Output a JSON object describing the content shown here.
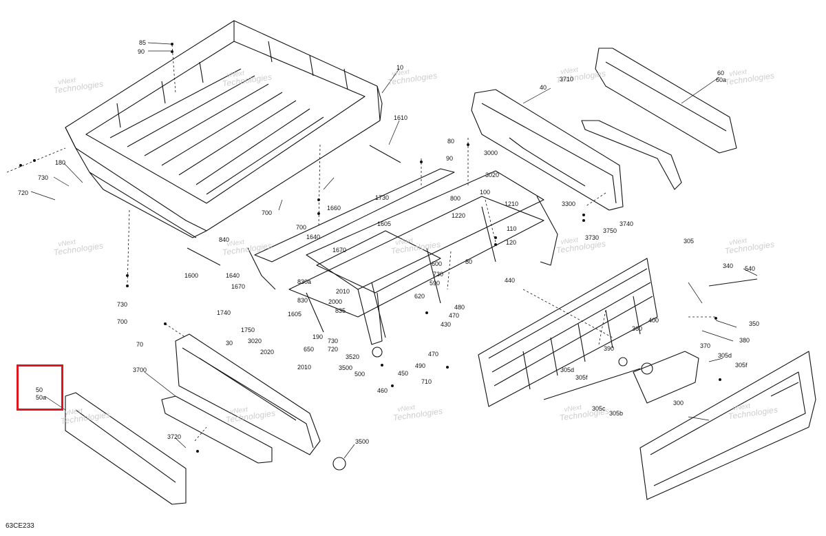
{
  "figure_code": "63CE233",
  "highlight": {
    "labels": [
      "50",
      "50a"
    ],
    "color": "#e0141c"
  },
  "watermark": {
    "line1": "vNext",
    "line2": "Technologies"
  },
  "callouts": [
    "85",
    "90",
    "10",
    "1610",
    "180",
    "730",
    "720",
    "700",
    "700",
    "1660",
    "1640",
    "840",
    "1600",
    "1640",
    "1670",
    "730",
    "700",
    "70",
    "1730",
    "1605",
    "1670",
    "830a",
    "2010",
    "830",
    "2000",
    "1605",
    "1740",
    "1750",
    "3020",
    "2020",
    "2010",
    "190",
    "730",
    "720",
    "650",
    "3520",
    "3500",
    "500",
    "835",
    "80",
    "90",
    "3000",
    "3020",
    "800",
    "100",
    "1210",
    "1220",
    "110",
    "120",
    "80",
    "600",
    "730",
    "590",
    "620",
    "480",
    "470",
    "430",
    "470",
    "490",
    "450",
    "460",
    "710",
    "440",
    "40",
    "3710",
    "60",
    "60a",
    "3300",
    "3730",
    "3750",
    "3740",
    "305",
    "340",
    "540",
    "400",
    "360",
    "390",
    "370",
    "350",
    "380",
    "305d",
    "305f",
    "305d",
    "305f",
    "305c",
    "305b",
    "300",
    "30",
    "3700",
    "3720",
    "3500"
  ]
}
